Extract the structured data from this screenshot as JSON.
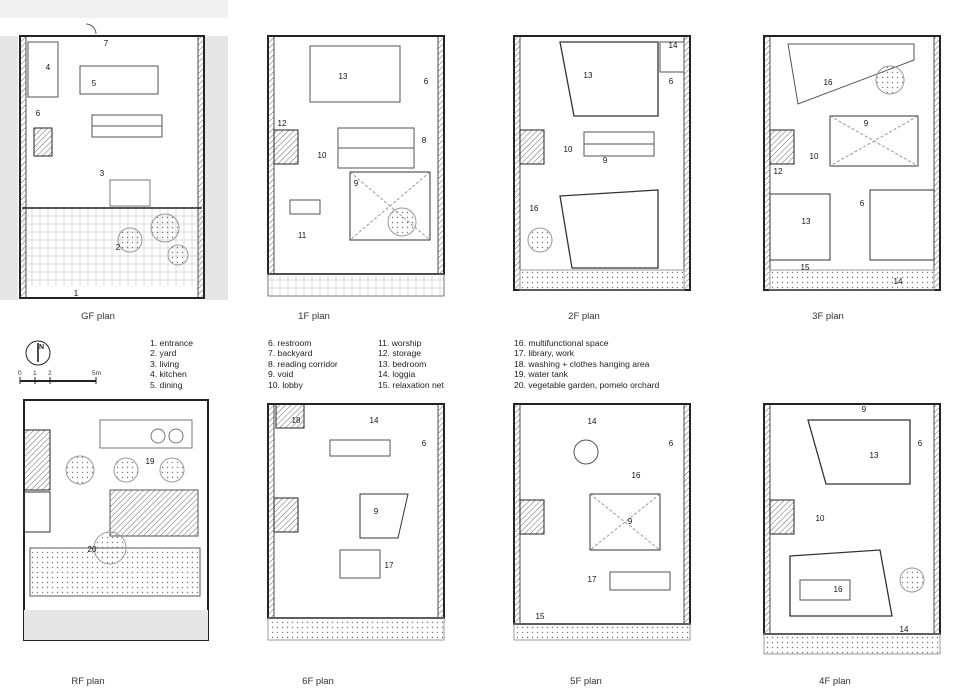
{
  "plans": [
    {
      "id": "gf",
      "caption": "GF plan",
      "labels": [
        "1",
        "2",
        "3",
        "4",
        "5",
        "6",
        "7"
      ]
    },
    {
      "id": "1f",
      "caption": "1F plan",
      "labels": [
        "6",
        "8",
        "9",
        "10",
        "11",
        "12",
        "13"
      ]
    },
    {
      "id": "2f",
      "caption": "2F plan",
      "labels": [
        "6",
        "9",
        "10",
        "13",
        "14",
        "16"
      ]
    },
    {
      "id": "3f",
      "caption": "3F plan",
      "labels": [
        "6",
        "9",
        "10",
        "12",
        "13",
        "14",
        "15",
        "16"
      ]
    },
    {
      "id": "rf",
      "caption": "RF plan",
      "labels": [
        "19",
        "20"
      ]
    },
    {
      "id": "6f",
      "caption": "6F plan",
      "labels": [
        "6",
        "9",
        "14",
        "17",
        "18"
      ]
    },
    {
      "id": "5f",
      "caption": "5F plan",
      "labels": [
        "6",
        "9",
        "14",
        "15",
        "16",
        "17"
      ]
    },
    {
      "id": "4f",
      "caption": "4F plan",
      "labels": [
        "6",
        "9",
        "10",
        "13",
        "14",
        "16"
      ]
    }
  ],
  "legend": {
    "col1": [
      "1. entrance",
      "2. yard",
      "3. living",
      "4. kitchen",
      "5. dining"
    ],
    "col2": [
      "6. restroom",
      "7. backyard",
      "8. reading corridor",
      "9. void",
      "10. lobby"
    ],
    "col3": [
      "11. worship",
      "12. storage",
      "13. bedroom",
      "14. loggia",
      "15. relaxation net"
    ],
    "col4": [
      "16. multifunctional space",
      "17. library, work",
      "18. washing + clothes hanging area",
      "19. water tank",
      "20. vegetable garden, pomelo orchard"
    ]
  },
  "scale": {
    "ticks": [
      "0",
      "1",
      "2",
      "5m"
    ]
  },
  "north": {
    "letter": "N"
  }
}
